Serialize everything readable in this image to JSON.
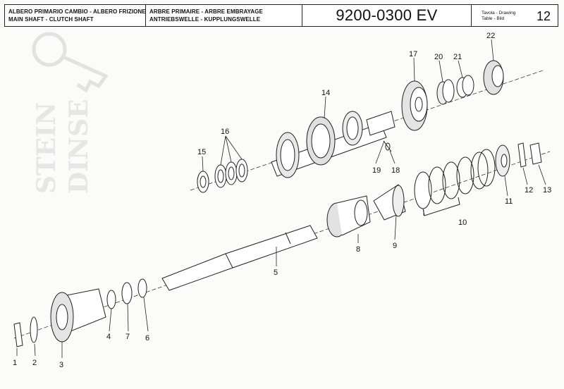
{
  "header": {
    "title_it": "ALBERO PRIMARIO CAMBIO - ALBERO FRIZIONE",
    "title_en": "MAIN SHAFT - CLUTCH SHAFT",
    "title_fr": "ARBRE PRIMAIRE - ARBRE EMBRAYAGE",
    "title_de": "ANTRIEBSWELLE - KUPPLUNGSWELLE",
    "code": "9200-0300 EV",
    "tavola_line1": "Tavola - Drawing",
    "tavola_line2": "Table - Bild",
    "plate_number": "12"
  },
  "watermark": {
    "line1": "STEIN",
    "line2": "DINSE"
  },
  "callouts": [
    "1",
    "2",
    "3",
    "4",
    "5",
    "6",
    "7",
    "8",
    "9",
    "10",
    "11",
    "12",
    "13",
    "14",
    "15",
    "16",
    "17",
    "18",
    "19",
    "20",
    "21",
    "22"
  ]
}
